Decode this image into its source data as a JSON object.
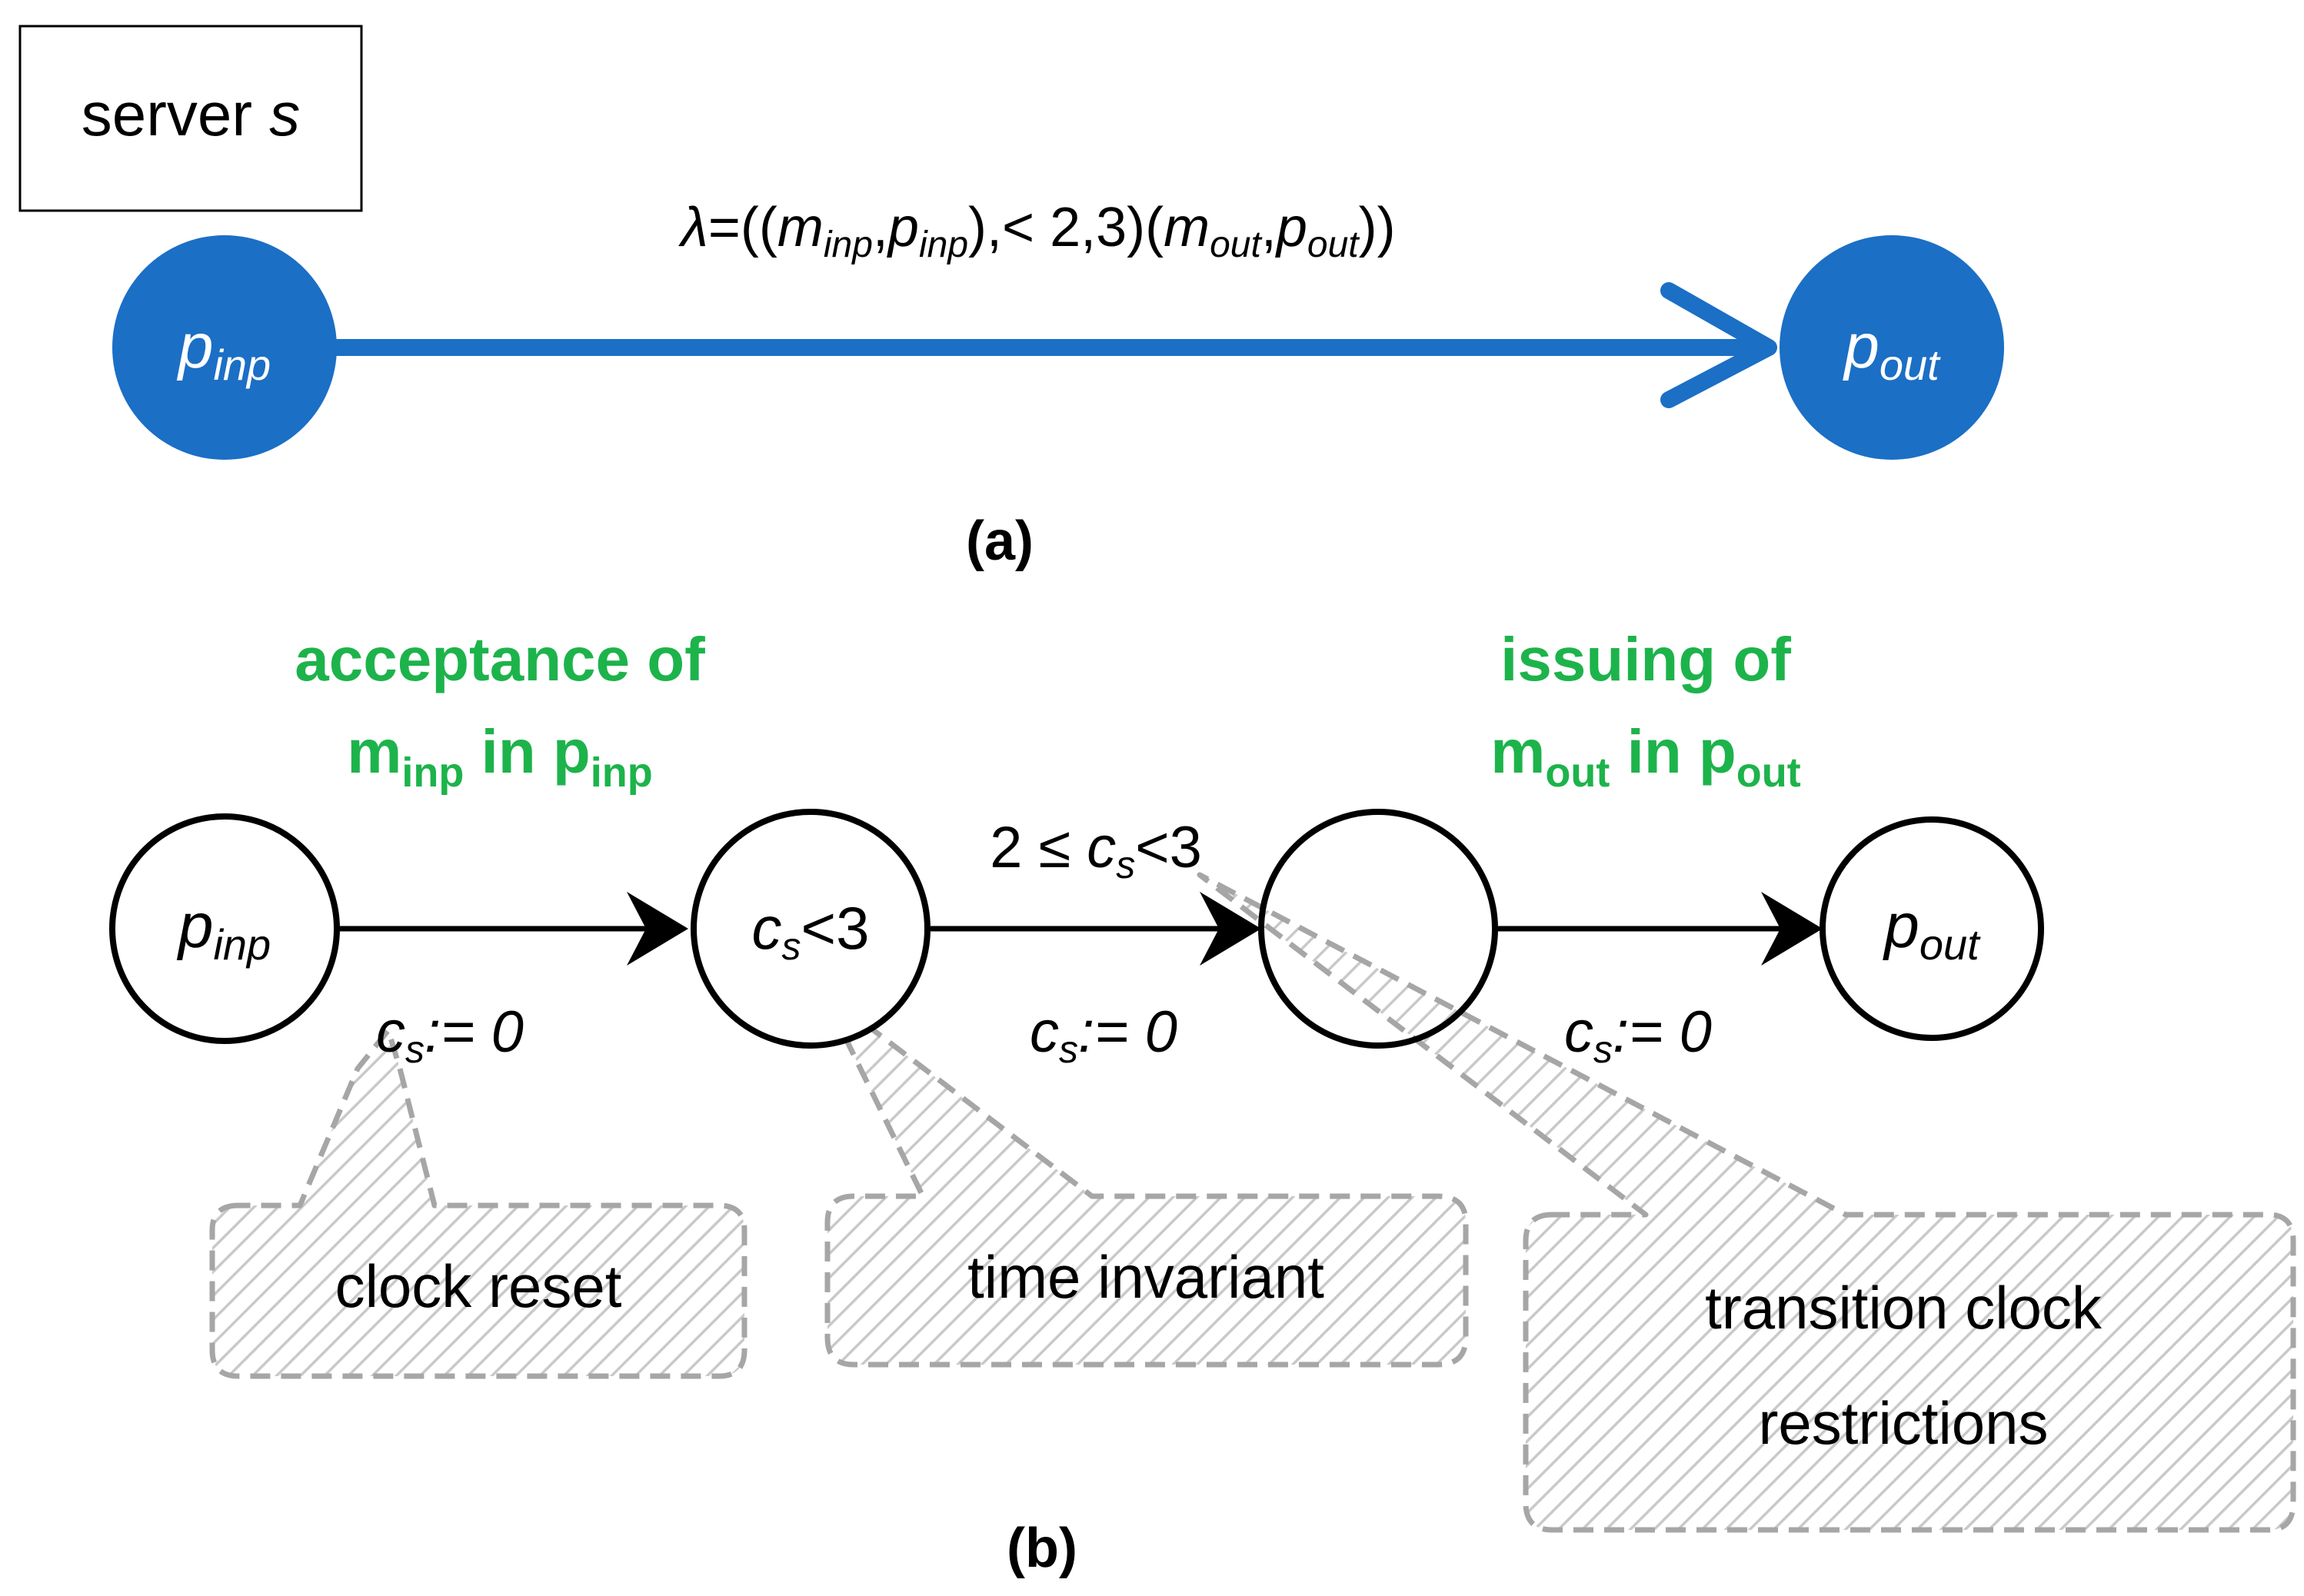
{
  "colors": {
    "blue": "#1B6FC5",
    "green": "#1DB34B",
    "black": "#000000",
    "callout_gray": "#a6a6a6"
  },
  "part_a": {
    "server_label": "server ",
    "server_var": "s",
    "lambda_symbol": "λ",
    "lambda_rest": "=((",
    "m": "m",
    "inp": "inp",
    "out": "out",
    "p": "p",
    "comma": ",",
    "mid": "),< 2,3)(",
    "close_outer": "))",
    "caption": "(a)"
  },
  "part_b": {
    "heading_left_line1": "acceptance of",
    "heading_left_m": "m",
    "heading_left_in": " in ",
    "heading_left_p": "p",
    "heading_left_sub": "inp",
    "heading_right_line1": "issuing of",
    "heading_right_m": "m",
    "heading_right_in": " in ",
    "heading_right_p": "p",
    "heading_right_sub": "out",
    "node_p": "p",
    "node_inp": "inp",
    "node_out": "out",
    "node_c": "c",
    "node_s": "s",
    "invariant_tail": "<3",
    "guard_prefix": "2 ≤ ",
    "guard_tail": "<3",
    "reset_tail": ":= 0",
    "callout_clock_reset": "clock reset",
    "callout_time_invariant": "time invariant",
    "callout_transition_line1": "transition clock",
    "callout_transition_line2": "restrictions",
    "caption": "(b)"
  }
}
